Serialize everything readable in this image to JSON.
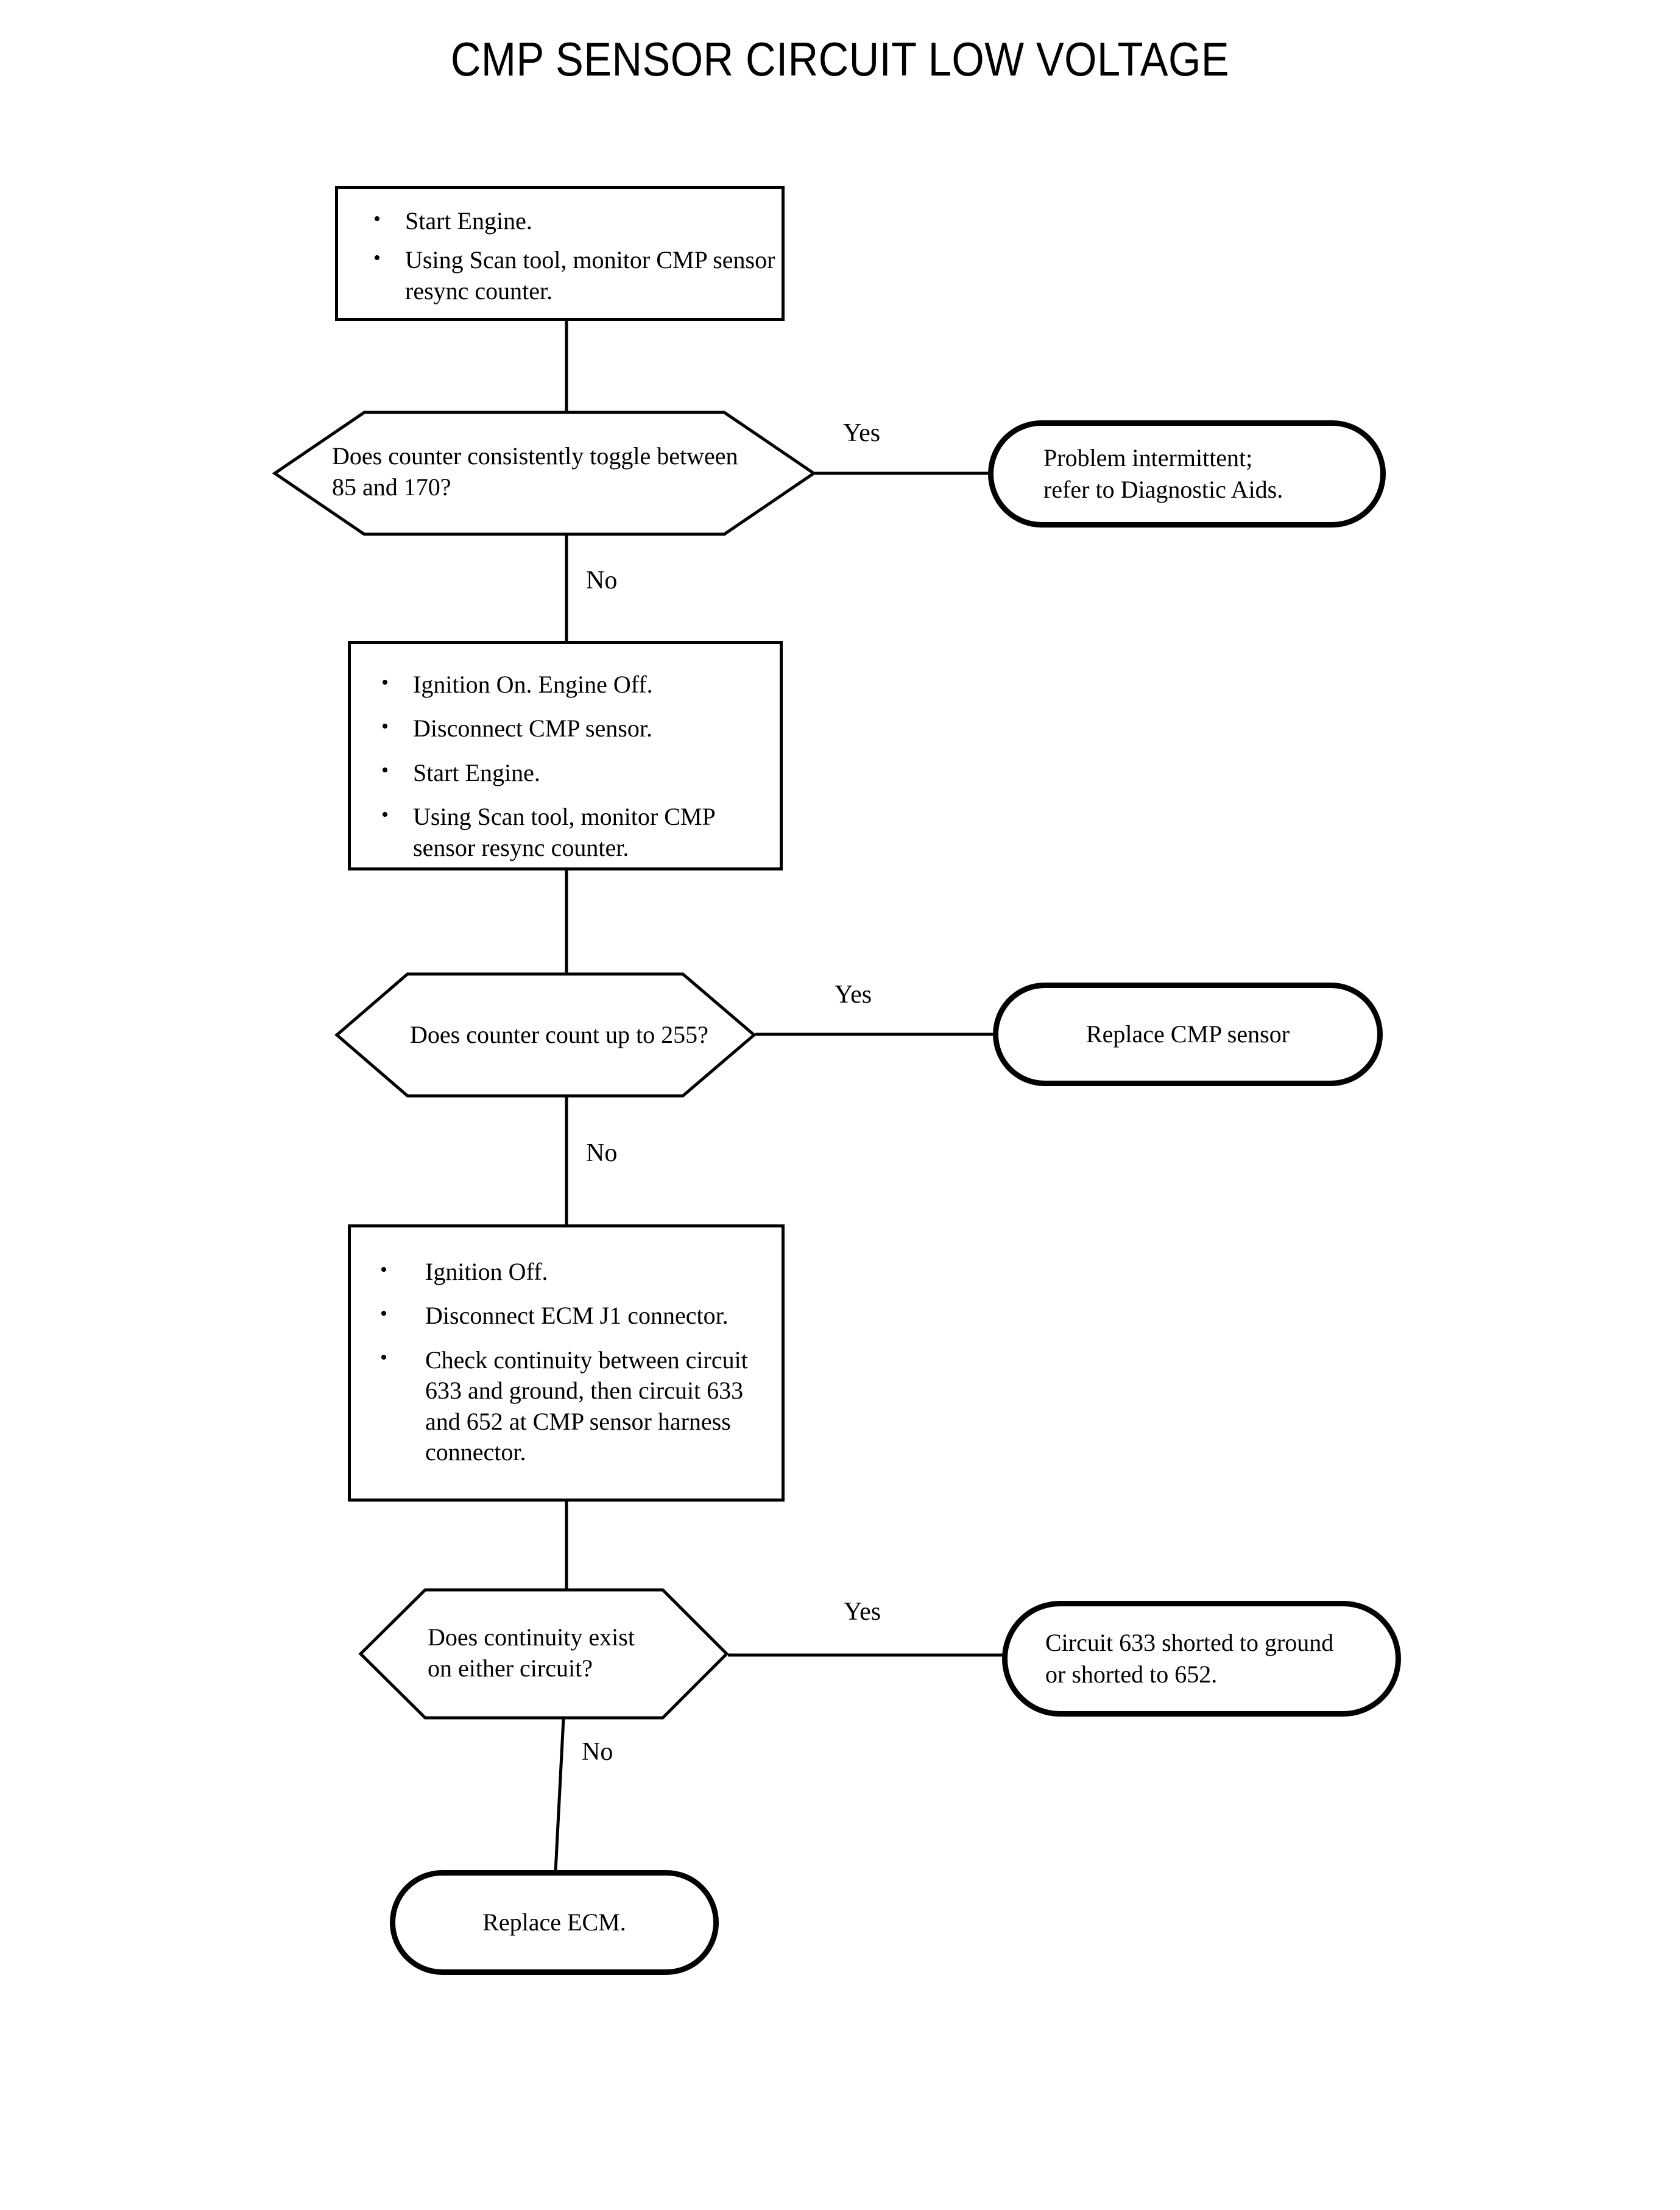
{
  "title": "CMP SENSOR CIRCUIT LOW VOLTAGE",
  "nodes": {
    "process1": {
      "type": "process",
      "bullets": [
        "Start Engine.",
        "Using Scan tool, monitor CMP\nsensor resync counter."
      ]
    },
    "decision1": {
      "type": "decision",
      "text": "Does counter consistently toggle between\n85 and 170?"
    },
    "terminal1": {
      "type": "terminal",
      "text": "Problem intermittent;\nrefer to Diagnostic Aids."
    },
    "process2": {
      "type": "process",
      "bullets": [
        "Ignition On. Engine Off.",
        "Disconnect CMP sensor.",
        "Start Engine.",
        "Using Scan tool, monitor CMP\nsensor resync counter."
      ]
    },
    "decision2": {
      "type": "decision",
      "text": "Does counter count up to 255?"
    },
    "terminal2": {
      "type": "terminal",
      "text": "Replace CMP sensor"
    },
    "process3": {
      "type": "process",
      "bullets": [
        "Ignition Off.",
        "Disconnect ECM J1\nconnector.",
        "Check continuity between\ncircuit 633 and ground, then\ncircuit 633 and 652 at CMP\nsensor harness connector."
      ]
    },
    "decision3": {
      "type": "decision",
      "text": "Does continuity exist\non either circuit?"
    },
    "terminal3": {
      "type": "terminal",
      "text": "Circuit 633 shorted to ground\nor shorted to 652."
    },
    "terminal4": {
      "type": "terminal",
      "text": "Replace ECM."
    }
  },
  "branches": {
    "yes1": "Yes",
    "no1": "No",
    "yes2": "Yes",
    "no2": "No",
    "yes3": "Yes",
    "no3": "No"
  },
  "bullet_glyph": "•",
  "colors": {
    "stroke": "#000000",
    "background": "#ffffff",
    "text": "#000000"
  }
}
